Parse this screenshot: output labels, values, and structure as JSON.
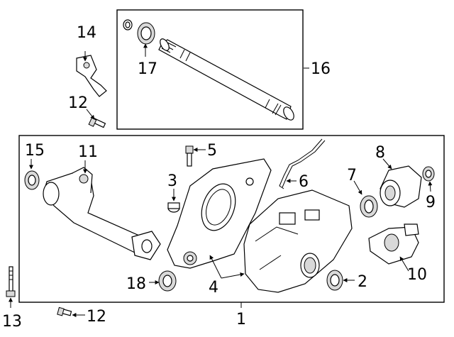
{
  "callouts": {
    "c1": "1",
    "c2": "2",
    "c3": "3",
    "c4": "4",
    "c5": "5",
    "c6": "6",
    "c7": "7",
    "c8": "8",
    "c9": "9",
    "c10": "10",
    "c11": "11",
    "c12a": "12",
    "c12b": "12",
    "c13": "13",
    "c14": "14",
    "c15": "15",
    "c16": "16",
    "c17": "17",
    "c18": "18"
  }
}
